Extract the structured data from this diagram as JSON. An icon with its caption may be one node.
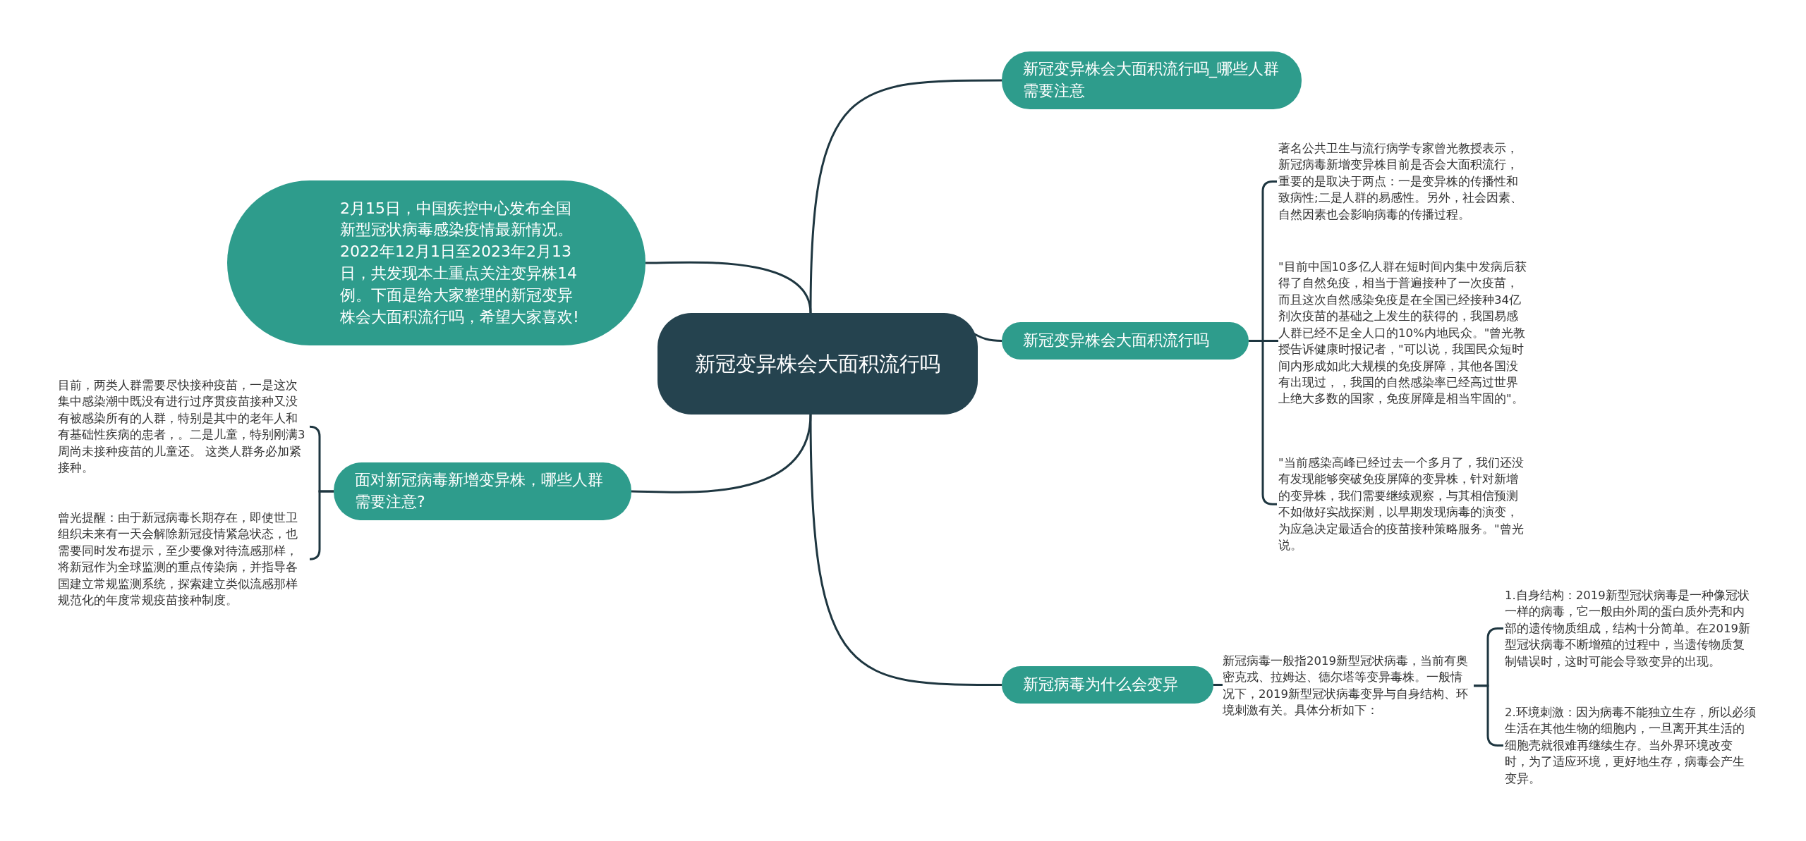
{
  "diagram": {
    "nodes": [
      {
        "text": [
          "新冠变异株会大面积流行吗"
        ]
      },
      {
        "text": [
          "新冠变异株会大面积流行吗_哪些人群需要注意"
        ]
      },
      {
        "text": [
          "2月15日，中国疾控中心发布全国新型冠状病毒感染疫情最新情况。2022年12月1日至2023年2月13日，共发现本土重点关注变异株14例。下面是给大家整理的新冠变异株会大面积流行吗，希望大家喜欢!"
        ]
      },
      {
        "text": [
          "新冠变异株会大面积流行吗"
        ]
      },
      {
        "text": [
          "面对新冠病毒新增变异株，哪些人群需要注意?"
        ]
      },
      {
        "text": [
          "新冠病毒为什么会变异"
        ]
      },
      {
        "text": [
          "著名公共卫生与流行病学专家曾光教授表示，新冠病毒新增变异株目前是否会大面积流行，重要的是取决于两点：一是变异株的传播性和致病性;二是人群的易感性。另外，社会因素、自然因素也会影响病毒的传播过程。"
        ]
      },
      {
        "text": [
          "\"目前中国10多亿人群在短时间内集中发病后获得了自然免疫，相当于普遍接种了一次疫苗，而且这次自然感染免疫是在全国已经接种34亿剂次疫苗的基础之上发生的获得的，我国易感人群已经不足全人口的10%内地民众。\"曾光教授告诉健康时报记者，\"可以说，我国民众短时间内形成如此大规模的免疫屏障，其他各国没有出现过，，我国的自然感染率已经高过世界上绝大多数的国家，免疫屏障是相当牢固的\"。"
        ]
      },
      {
        "text": [
          "\"当前感染高峰已经过去一个多月了，我们还没有发现能够突破免疫屏障的变异株，针对新增的变异株，我们需要继续观察，与其相信预测不如做好实战探测，以早期发现病毒的演变，为应急决定最适合的疫苗接种策略服务。\"曾光说。"
        ]
      },
      {
        "text": [
          "目前，两类人群需要尽快接种疫苗，一是这次集中感染潮中既没有进行过序贯疫苗接种又没有被感染所有的人群，特别是其中的老年人和有基础性疾病的患者，。二是儿童，特别刚满3周尚未接种疫苗的儿童还。 这类人群务必加紧接种。"
        ]
      },
      {
        "text": [
          "曾光提醒：由于新冠病毒长期存在，即使世卫组织未来有一天会解除新冠疫情紧急状态，也需要同时发布提示，至少要像对待流感那样，将新冠作为全球监测的重点传染病，并指导各国建立常规监测系统，探索建立类似流感那样规范化的年度常规疫苗接种制度。"
        ]
      },
      {
        "text": [
          "新冠病毒一般指2019新型冠状病毒，当前有奥密克戎、拉姆达、德尔塔等变异毒株。一般情况下，2019新型冠状病毒变异与自身结构、环境刺激有关。具体分析如下："
        ]
      },
      {
        "text": [
          "1.自身结构：2019新型冠状病毒是一种像冠状一样的病毒，它一般由外周的蛋白质外壳和内部的遗传物质组成，结构十分简单。在2019新型冠状病毒不断增殖的过程中，当遗传物质复制错误时，这时可能会导致变异的出现。"
        ]
      },
      {
        "text": [
          "2.环境刺激：因为病毒不能独立生存，所以必须生活在其他生物的细胞内，一旦离开其生活的细胞壳就很难再继续生存。当外界环境改变时，为了适应环境，更好地生存，病毒会产生变异。"
        ]
      }
    ],
    "edges": [
      {
        "from": 0,
        "to": 1,
        "arrow": "none"
      },
      {
        "from": 0,
        "to": 2,
        "arrow": "none"
      },
      {
        "from": 0,
        "to": 3,
        "arrow": "none"
      },
      {
        "from": 0,
        "to": 4,
        "arrow": "none"
      },
      {
        "from": 0,
        "to": 5,
        "arrow": "none"
      },
      {
        "from": 3,
        "to": 6,
        "arrow": "none"
      },
      {
        "from": 3,
        "to": 7,
        "arrow": "none"
      },
      {
        "from": 3,
        "to": 8,
        "arrow": "none"
      },
      {
        "from": 4,
        "to": 9,
        "arrow": "none"
      },
      {
        "from": 4,
        "to": 10,
        "arrow": "none"
      },
      {
        "from": 5,
        "to": 11,
        "arrow": "none"
      },
      {
        "from": 11,
        "to": 12,
        "arrow": "none"
      },
      {
        "from": 11,
        "to": 13,
        "arrow": "none"
      }
    ]
  }
}
